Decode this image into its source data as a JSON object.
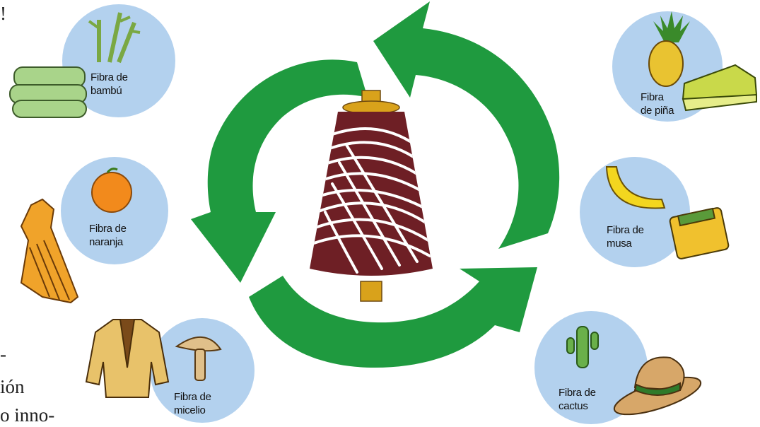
{
  "page_fragments": [
    "!",
    "-",
    "ión",
    "o inno-"
  ],
  "center": {
    "item": "spool-cone-icon"
  },
  "fibers": [
    {
      "id": "bambu",
      "line1": "Fibra de",
      "line2": "bambú",
      "source_icon": "bamboo-icon",
      "product_icon": "folded-towels-icon"
    },
    {
      "id": "naranja",
      "line1": "Fibra de",
      "line2": "naranja",
      "source_icon": "orange-icon",
      "product_icon": "dress-icon"
    },
    {
      "id": "micelio",
      "line1": "Fibra de",
      "line2": "micelio",
      "source_icon": "mushroom-icon",
      "product_icon": "jacket-icon"
    },
    {
      "id": "pina",
      "line1": "Fibra",
      "line2": "de piña",
      "source_icon": "pineapple-icon",
      "product_icon": "sneaker-icon"
    },
    {
      "id": "musa",
      "line1": "Fibra de",
      "line2": "musa",
      "source_icon": "banana-icon",
      "product_icon": "wallet-icon"
    },
    {
      "id": "cactus",
      "line1": "Fibra de",
      "line2": "cactus",
      "source_icon": "cactus-icon",
      "product_icon": "hat-icon"
    }
  ],
  "colors": {
    "arrow": "#1f9a3f",
    "circle": "#b3d1ee",
    "yarn": "#6e1f25",
    "spool": "#d9a21b"
  }
}
